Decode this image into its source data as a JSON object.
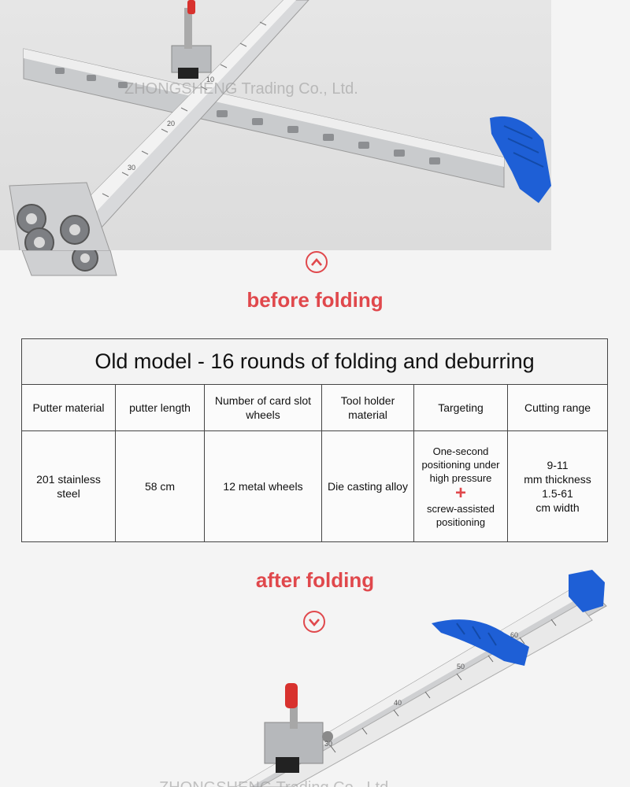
{
  "watermark": "ZHONGSHENG Trading Co., Ltd.",
  "watermark_partial": "ZHONGSHENG Trading Co., Ltd",
  "before_label": "before folding",
  "after_label": "after folding",
  "colors": {
    "accent_red": "#e0484c",
    "handle_blue": "#1e5fd6",
    "table_border": "#444444"
  },
  "icons": {
    "up": "chevron-up-circle-icon",
    "down": "chevron-down-circle-icon"
  },
  "table": {
    "title": "Old model - 16 rounds of folding and deburring",
    "headers": [
      "Putter material",
      "putter length",
      "Number of card slot wheels",
      "Tool holder material",
      "Targeting",
      "Cutting range"
    ],
    "values": {
      "material": "201 stainless steel",
      "length": "58 cm",
      "wheels": "12 metal wheels",
      "holder": "Die casting alloy",
      "targeting_a": "One-second positioning under high pressure",
      "targeting_b": "screw-assisted positioning",
      "range_a": "9-11",
      "range_b": "mm thickness",
      "range_c": "1.5-61",
      "range_d": "cm width"
    }
  },
  "ruler_marks_top": [
    "10",
    "20",
    "30"
  ],
  "ruler_marks_bottom": [
    "30",
    "40",
    "50",
    "60"
  ]
}
